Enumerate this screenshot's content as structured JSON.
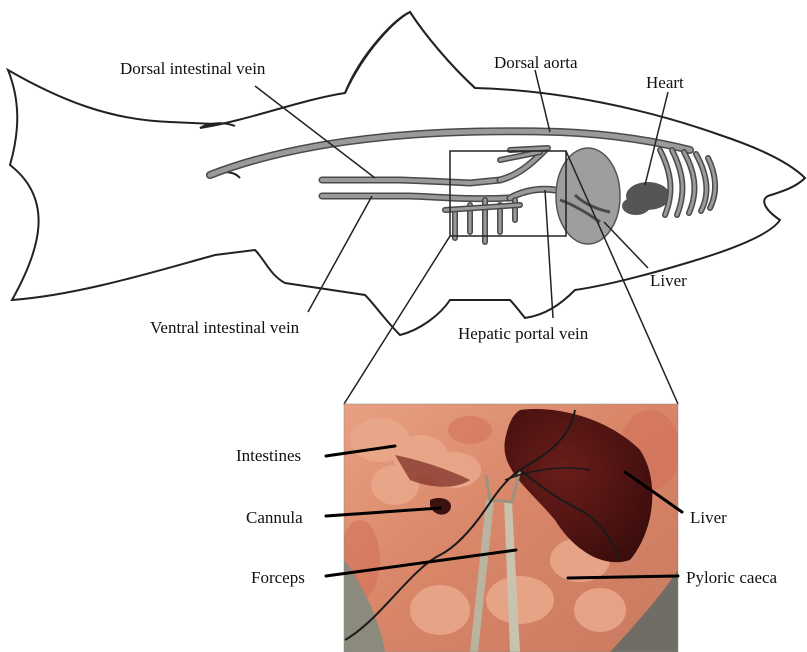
{
  "diagram": {
    "labels": {
      "dorsal_intestinal_vein": "Dorsal intestinal vein",
      "dorsal_aorta": "Dorsal aorta",
      "heart": "Heart",
      "liver_upper": "Liver",
      "ventral_intestinal_vein": "Ventral intestinal vein",
      "hepatic_portal_vein": "Hepatic portal vein"
    }
  },
  "photo": {
    "labels": {
      "intestines": "Intestines",
      "cannula": "Cannula",
      "forceps": "Forceps",
      "liver": "Liver",
      "pyloric_caeca": "Pyloric caeca"
    }
  },
  "colors": {
    "vessel_fill": "#9a9a9a",
    "vessel_stroke": "#4a4a4a",
    "liver_fill": "#9e9e9e",
    "heart_fill": "#555555",
    "outline": "#222222"
  }
}
